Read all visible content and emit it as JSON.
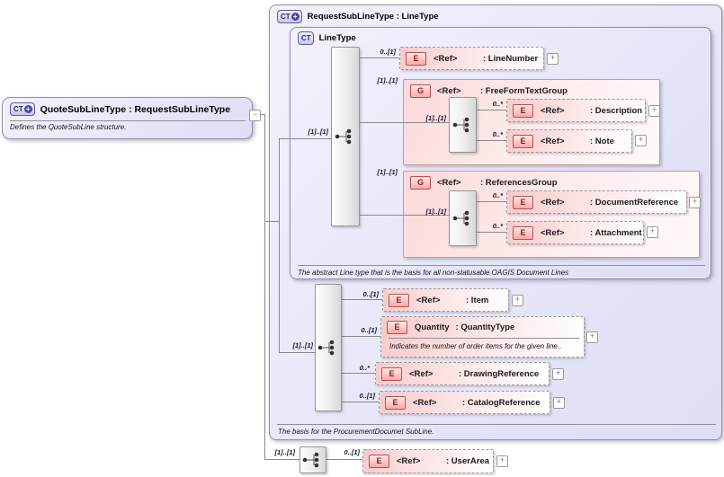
{
  "icons": {
    "plus": "+",
    "minus": "−",
    "badge_plus": "+"
  },
  "badges": {
    "ct": "CT",
    "e": "E",
    "g": "G"
  },
  "quote_box": {
    "title": "QuoteSubLineType : RequestSubLineType",
    "annotation": "Defines the QuoteSubLine structure."
  },
  "request_box": {
    "title": "RequestSubLineType : LineType",
    "annotation": "The basis for the ProcurementDocumet SubLine."
  },
  "linetype_box": {
    "title": "LineType",
    "annotation": "The abstract Line type that is the basis for all non-statusable OAGIS Document Lines"
  },
  "groups": {
    "freeform": {
      "ref": "<Ref>",
      "name": ": FreeFormTextGroup"
    },
    "references": {
      "ref": "<Ref>",
      "name": ": ReferencesGroup"
    }
  },
  "elements": {
    "line_number": {
      "ref": "<Ref>",
      "name": ": LineNumber"
    },
    "description": {
      "ref": "<Ref>",
      "name": ": Description"
    },
    "note": {
      "ref": "<Ref>",
      "name": ": Note"
    },
    "document_reference": {
      "ref": "<Ref>",
      "name": ": DocumentReference"
    },
    "attachment": {
      "ref": "<Ref>",
      "name": ": Attachment"
    },
    "item": {
      "ref": "<Ref>",
      "name": ": Item"
    },
    "quantity": {
      "ref": "Quantity",
      "name": ": QuantityType",
      "annotation": "Indicates the number of order items for the given line.."
    },
    "drawing_reference": {
      "ref": "<Ref>",
      "name": ": DrawingReference"
    },
    "catalog_reference": {
      "ref": "<Ref>",
      "name": ": CatalogReference"
    },
    "user_area": {
      "ref": "<Ref>",
      "name": ": UserArea"
    }
  },
  "cardinality": {
    "seq_linetype": "[1]..[1]",
    "seq_extension": "[1]..[1]",
    "seq_bottom": "[1]..[1]",
    "line_number": "0..[1]",
    "freeform_group": "[1]..[1]",
    "freeform_seq": "[1]..[1]",
    "description": "0..*",
    "note": "0..*",
    "references_group": "[1]..[1]",
    "references_seq": "[1]..[1]",
    "document_reference": "0..*",
    "attachment": "0..*",
    "item": "0..[1]",
    "quantity": "0..[1]",
    "drawing_reference": "0..*",
    "catalog_reference": "0..[1]",
    "user_area": "0..[1]"
  }
}
